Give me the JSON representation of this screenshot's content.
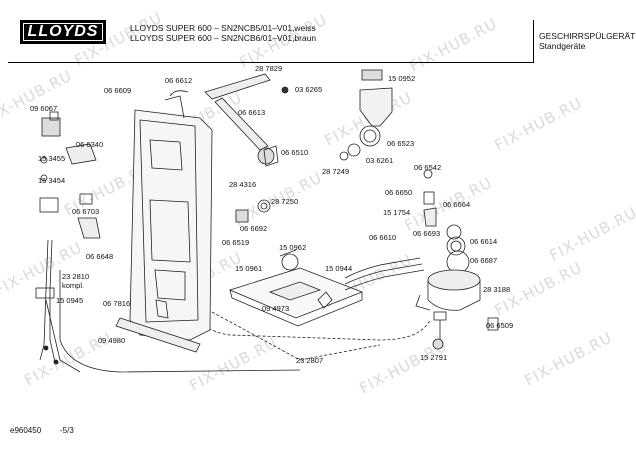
{
  "header": {
    "brand": "LLOYDS",
    "model_line_1": "LLOYDS SUPER 600 – SN2NCB5/01–V01,weiss",
    "model_line_2": "LLOYDS SUPER 600 – SN2NCB6/01–V01,braun",
    "category_line_1": "GESCHIRRSPÜLGERÄTE",
    "category_line_2": "Standgeräte"
  },
  "footer": {
    "doc_id": "e960450",
    "page": "-5/3"
  },
  "watermark": "FIX-HUB.RU",
  "parts": [
    {
      "id": "p-287829",
      "text": "28 7829"
    },
    {
      "id": "p-066612",
      "text": "06 6612"
    },
    {
      "id": "p-066609",
      "text": "06 6609"
    },
    {
      "id": "p-036265",
      "text": "03 6265"
    },
    {
      "id": "p-150952",
      "text": "15 0952"
    },
    {
      "id": "p-096067",
      "text": "09 6067"
    },
    {
      "id": "p-066613",
      "text": "06 6613"
    },
    {
      "id": "p-066340",
      "text": "06 6340"
    },
    {
      "id": "p-066523",
      "text": "06 6523"
    },
    {
      "id": "p-153455",
      "text": "15 3455"
    },
    {
      "id": "p-066510",
      "text": "06 6510"
    },
    {
      "id": "p-036261",
      "text": "03 6261"
    },
    {
      "id": "p-287249",
      "text": "28 7249"
    },
    {
      "id": "p-066542",
      "text": "06 6542"
    },
    {
      "id": "p-153454",
      "text": "15 3454"
    },
    {
      "id": "p-284316",
      "text": "28 4316"
    },
    {
      "id": "p-066650",
      "text": "06 6650"
    },
    {
      "id": "p-287250",
      "text": "28 7250"
    },
    {
      "id": "p-066703",
      "text": "06 6703"
    },
    {
      "id": "p-066664",
      "text": "06 6664"
    },
    {
      "id": "p-151754",
      "text": "15 1754"
    },
    {
      "id": "p-066692",
      "text": "06 6692"
    },
    {
      "id": "p-066693",
      "text": "06 6693"
    },
    {
      "id": "p-066610",
      "text": "06 6610"
    },
    {
      "id": "p-066614",
      "text": "06 6614"
    },
    {
      "id": "p-066519",
      "text": "06 6519"
    },
    {
      "id": "p-150962",
      "text": "15 0962"
    },
    {
      "id": "p-066648",
      "text": "06 6648"
    },
    {
      "id": "p-066687",
      "text": "06 6687"
    },
    {
      "id": "p-150961",
      "text": "15 0961"
    },
    {
      "id": "p-150944",
      "text": "15 0944"
    },
    {
      "id": "p-232810",
      "text": "23 2810"
    },
    {
      "id": "p-kompl",
      "text": "kompl."
    },
    {
      "id": "p-283188",
      "text": "28 3188"
    },
    {
      "id": "p-150945",
      "text": "15 0945"
    },
    {
      "id": "p-094973",
      "text": "09 4973"
    },
    {
      "id": "p-067816",
      "text": "06 7816"
    },
    {
      "id": "p-066509",
      "text": "06 6509"
    },
    {
      "id": "p-094980",
      "text": "09 4980"
    },
    {
      "id": "p-232807",
      "text": "23 2807"
    },
    {
      "id": "p-152791",
      "text": "15 2791"
    }
  ]
}
